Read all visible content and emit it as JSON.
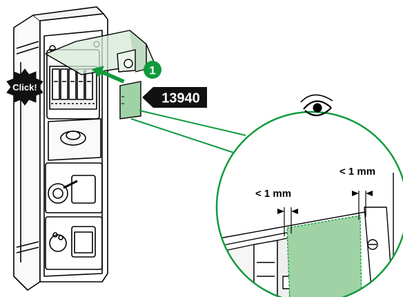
{
  "labels": {
    "click": "Click!",
    "step_number": "1",
    "part_number": "13940",
    "gap_left": "< 1 mm",
    "gap_right": "< 1 mm"
  },
  "icons": {
    "inspection": "eye-icon",
    "click_burst": "starburst-badge",
    "step": "numbered-circle"
  },
  "colors": {
    "accent_green": "#0f9a3c",
    "label_fill": "#111111",
    "sticker_fill": "#9fd3a6",
    "cover_tint": "#d6ead8",
    "outline": "#000000"
  }
}
